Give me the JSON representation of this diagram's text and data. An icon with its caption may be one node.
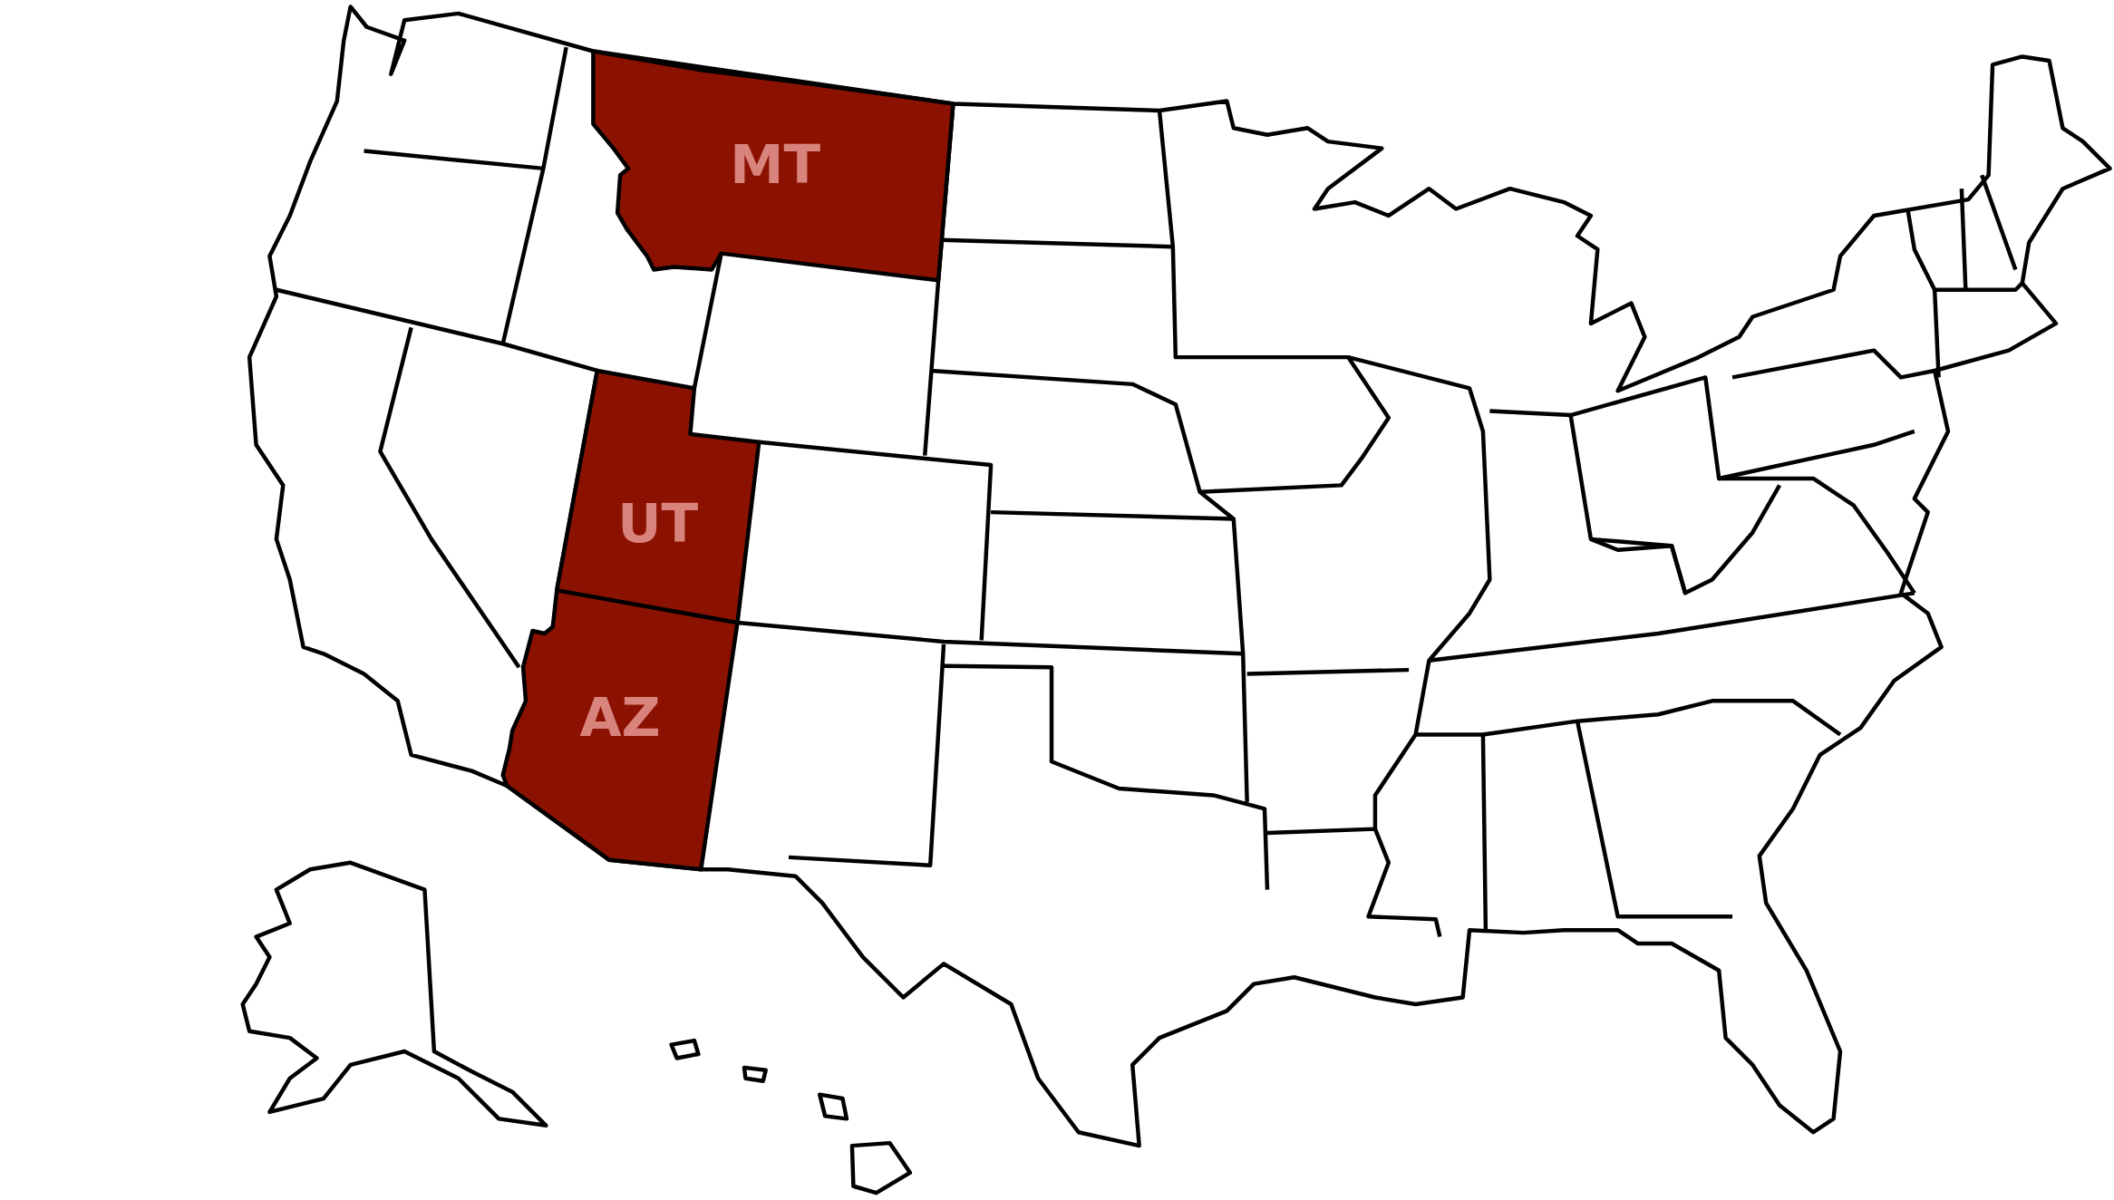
{
  "diagram": {
    "nodes": [
      {
        "text": [
          "MT"
        ]
      },
      {
        "text": [
          "UT"
        ]
      },
      {
        "text": [
          "AZ"
        ]
      }
    ]
  }
}
